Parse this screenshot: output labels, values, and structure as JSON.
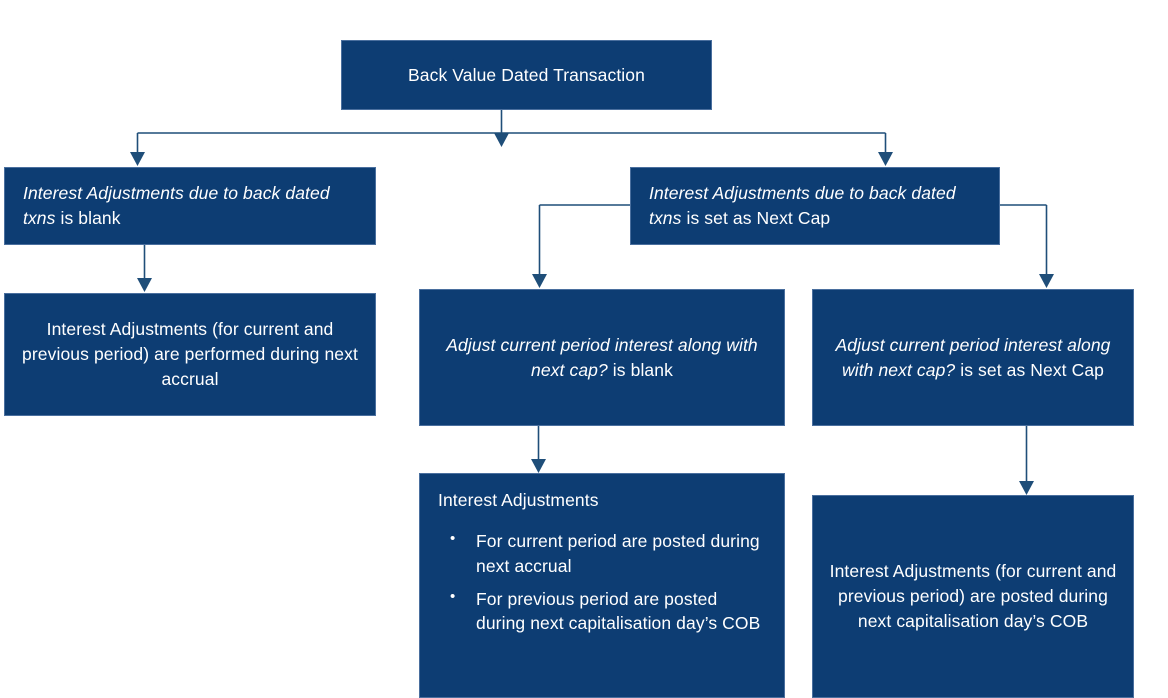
{
  "diagram": {
    "title": "Back Value Dated Transaction",
    "type": "flowchart",
    "theme": {
      "node_fill": "#0d3d73",
      "node_border": "#4a6f9e",
      "node_text": "#ffffff",
      "connector": "#1f4e79",
      "background": "#ffffff"
    },
    "nodes": {
      "root": {
        "label": "Back Value Dated Transaction",
        "align": "center"
      },
      "blank_condition": {
        "emphasis": "Interest Adjustments due to back dated txns",
        "rest": " is blank",
        "align": "left"
      },
      "nextcap_condition": {
        "emphasis": "Interest Adjustments due to back dated txns",
        "rest": " is set as Next Cap",
        "align": "left"
      },
      "blank_result": {
        "label": "Interest Adjustments (for current and previous period) are performed during next accrual",
        "align": "center"
      },
      "adjust_blank": {
        "emphasis": "Adjust current period interest along with next cap?",
        "rest": " is blank",
        "align": "center"
      },
      "adjust_nextcap": {
        "emphasis": "Adjust current period interest along with next cap?",
        "rest": " is set as Next Cap",
        "align": "center"
      },
      "interest_adjustments_list": {
        "title": "Interest Adjustments",
        "bullets": [
          "For current period are posted during next accrual",
          "For previous period are posted during next capitalisation day’s COB"
        ],
        "align": "left"
      },
      "cap_result": {
        "label": "Interest Adjustments (for current and previous period) are posted during next capitalisation day’s COB",
        "align": "center"
      }
    },
    "connectors": [
      {
        "name": "root-to-blank-condition",
        "from": "root",
        "to": "blank_condition"
      },
      {
        "name": "root-to-nextcap-condition",
        "from": "root",
        "to": "nextcap_condition"
      },
      {
        "name": "blank-condition-to-result",
        "from": "blank_condition",
        "to": "blank_result"
      },
      {
        "name": "nextcap-to-adjust-blank",
        "from": "nextcap_condition",
        "to": "adjust_blank"
      },
      {
        "name": "nextcap-to-adjust-nextcap",
        "from": "nextcap_condition",
        "to": "adjust_nextcap"
      },
      {
        "name": "adjust-blank-to-list",
        "from": "adjust_blank",
        "to": "interest_adjustments_list"
      },
      {
        "name": "adjust-nextcap-to-cap-result",
        "from": "adjust_nextcap",
        "to": "cap_result"
      }
    ]
  }
}
